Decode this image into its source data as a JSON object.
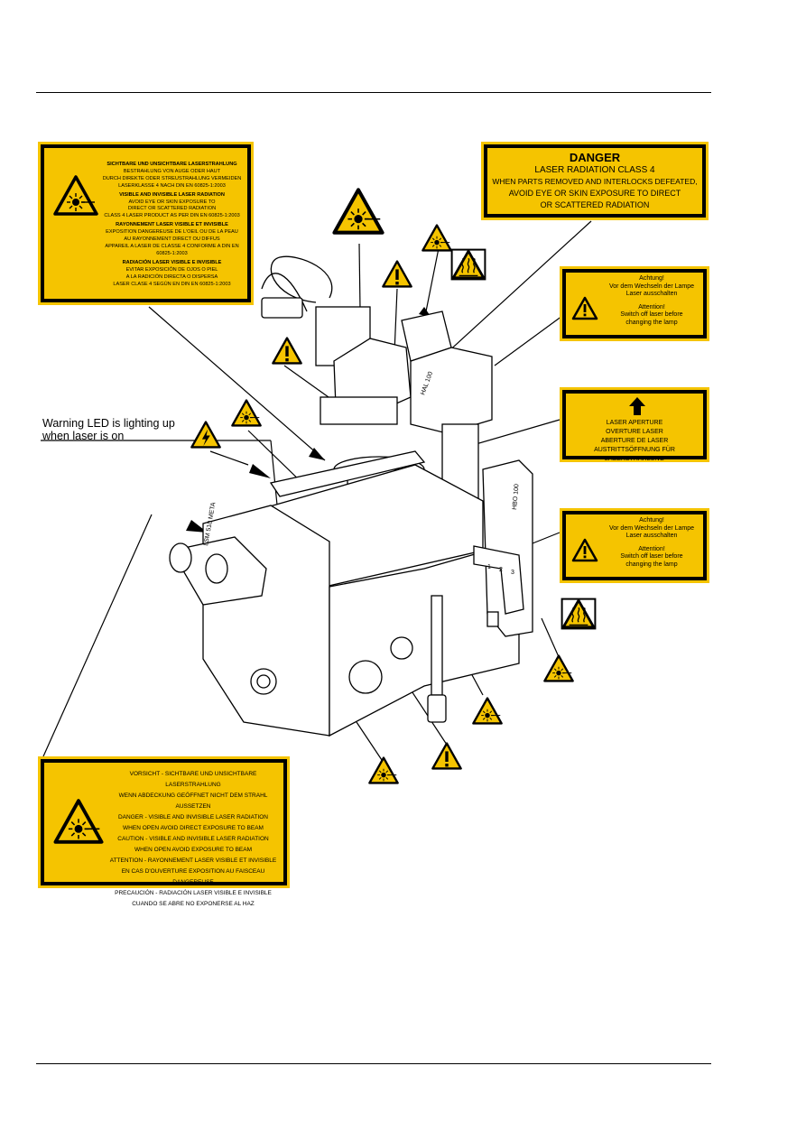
{
  "warning_led_caption": [
    "Warning LED is lighting up",
    "when laser is on"
  ],
  "label_multilang_top": [
    {
      "text": "SICHTBARE UND UNSICHTBARE LASERSTRAHLUNG",
      "bold": true
    },
    {
      "text": "BESTRAHLUNG VON AUGE ODER HAUT",
      "bold": false
    },
    {
      "text": "DURCH DIREKTE ODER STREUSTRAHLUNG VERMEIDEN",
      "bold": false
    },
    {
      "text": "LASERKLASSE 4 NACH DIN EN 60825-1:2003",
      "bold": false
    },
    {
      "text": "VISIBLE AND INVISIBLE LASER RADIATION",
      "bold": true
    },
    {
      "text": "AVOID EYE OR SKIN EXPOSURE TO",
      "bold": false
    },
    {
      "text": "DIRECT OR SCATTERED RADIATION",
      "bold": false
    },
    {
      "text": "CLASS 4 LASER PRODUCT AS PER DIN EN 60825-1:2003",
      "bold": false
    },
    {
      "text": "RAYONNEMENT LASER VISIBLE ET INVISIBLE",
      "bold": true
    },
    {
      "text": "EXPOSITION DANGEREUSE DE L'OEIL OU DE LA PEAU",
      "bold": false
    },
    {
      "text": "AU RAYONNEMENT DIRECT OU DIFFUS",
      "bold": false
    },
    {
      "text": "APPAREIL A LASER DE CLASSE 4 CONFORME A DIN EN 60825-1:2003",
      "bold": false
    },
    {
      "text": "RADIACIÓN LASER VISIBLE E INVISIBLE",
      "bold": true
    },
    {
      "text": "EVITAR EXPOSICIÓN DE OJOS O PIEL",
      "bold": false
    },
    {
      "text": "A LA RADICIÓN DIRECTA O DISPERSA",
      "bold": false
    },
    {
      "text": "LASER CLASE 4 SEGÚN EN DIN EN 60825-1:2003",
      "bold": false
    }
  ],
  "label_danger": {
    "title": "DANGER",
    "lines": [
      "LASER RADIATION CLASS 4",
      "WHEN PARTS REMOVED AND INTERLOCKS DEFEATED,",
      "AVOID EYE OR SKIN EXPOSURE TO DIRECT",
      "OR SCATTERED RADIATION"
    ]
  },
  "label_lamp_warning_1": [
    "Achtung!",
    "Vor dem Wechseln der Lampe",
    "Laser ausschalten",
    "",
    "Attention!",
    "Switch off laser before",
    "changing the lamp"
  ],
  "label_aperture": [
    "LASER APERTURE",
    "OVERTURE LASER",
    "ABERTURE DE LASER",
    "AUSTRITTSÖFFNUNG FÜR LASERSTRAHLUNG"
  ],
  "label_lamp_warning_2": [
    "Achtung!",
    "Vor dem Wechseln der Lampe",
    "Laser ausschalten",
    "",
    "Attention!",
    "Switch off laser before",
    "changing the lamp"
  ],
  "label_caution_bottom": [
    "VORSICHT - SICHTBARE UND UNSICHTBARE LASERSTRAHLUNG",
    "WENN ABDECKUNG GEÖFFNET NICHT DEM STRAHL AUSSETZEN",
    "DANGER - VISIBLE AND INVISIBLE LASER RADIATION",
    "WHEN OPEN AVOID DIRECT EXPOSURE TO BEAM",
    "CAUTION - VISIBLE AND INVISIBLE LASER RADIATION",
    "WHEN OPEN AVOID EXPOSURE TO BEAM",
    "ATTENTION - RAYONNEMENT LASER VISIBLE ET INVISIBLE",
    "EN CAS D'OUVERTURE EXPOSITION AU FAISCEAU DANGEREUSE",
    "PRECAUCIÓN - RADIACIÓN LASER VISIBLE E INVISIBLE",
    "CUANDO SE ABRE NO EXPONERSE AL HAZ"
  ],
  "microscope_markings": {
    "lamp_housing": "HAL 100",
    "side_housing": "HBO 100",
    "stand_model": "LSM 510 META",
    "slider_positions": [
      "1",
      "2",
      "3"
    ]
  },
  "icons": {
    "laser": "laser-radiation-icon",
    "general": "general-warning-icon",
    "electric": "electric-shock-icon",
    "hot": "hot-surface-icon",
    "arrow": "up-arrow-icon"
  },
  "colors": {
    "label_yellow": "#f5c400",
    "ink": "#000000"
  }
}
